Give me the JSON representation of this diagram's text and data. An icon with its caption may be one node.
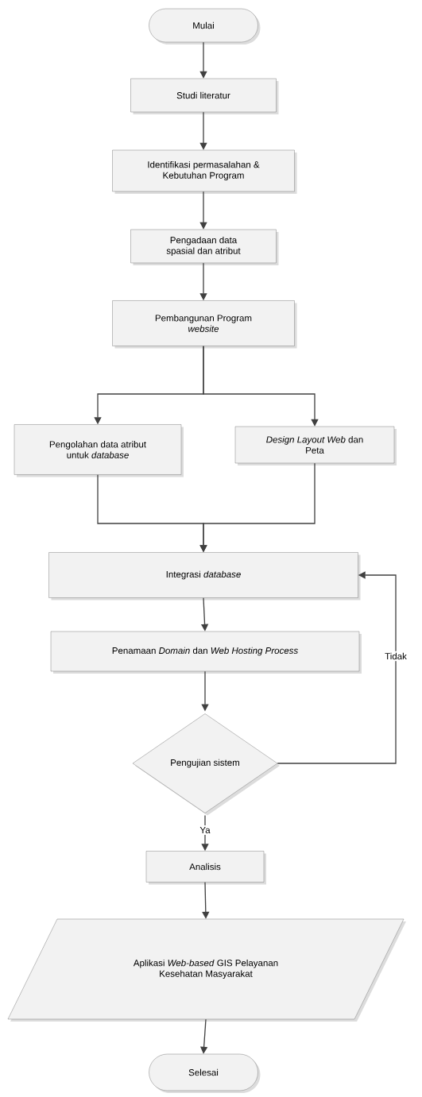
{
  "diagram": {
    "nodes": [
      {
        "text": [
          "Mulai"
        ]
      },
      {
        "text": [
          "Studi literatur"
        ]
      },
      {
        "text": [
          "Identifikasi permasalahan & Kebutuhan Program"
        ]
      },
      {
        "text": [
          "Pengadaan data spasial dan atribut"
        ]
      },
      {
        "text": [
          "Pembangunan Program *website*"
        ]
      },
      {
        "text": [
          "Pengolahan data atribut untuk *database*"
        ]
      },
      {
        "text": [
          "*Design Layout Web* dan Peta"
        ]
      },
      {
        "text": [
          "Integrasi *database*"
        ]
      },
      {
        "text": [
          "Penamaan *Domain* dan *Web Hosting Process*"
        ]
      },
      {
        "text": [
          "Pengujian sistem"
        ]
      },
      {
        "text": [
          "Analisis"
        ]
      },
      {
        "text": [
          "Aplikasi *Web-based* GIS Pelayanan Kesehatan Masyarakat"
        ]
      },
      {
        "text": [
          "Selesai"
        ]
      }
    ],
    "edges": [
      {
        "from": 0,
        "to": 1,
        "arrow": "to"
      },
      {
        "from": 1,
        "to": 2,
        "arrow": "to"
      },
      {
        "from": 2,
        "to": 3,
        "arrow": "to"
      },
      {
        "from": 3,
        "to": 4,
        "arrow": "to"
      },
      {
        "from": 4,
        "to": 5,
        "arrow": "to"
      },
      {
        "from": 4,
        "to": 6,
        "arrow": "to"
      },
      {
        "from": 5,
        "to": 7,
        "arrow": "to"
      },
      {
        "from": 6,
        "to": 7,
        "arrow": "to"
      },
      {
        "from": 7,
        "to": 8,
        "arrow": "to"
      },
      {
        "from": 8,
        "to": 9,
        "arrow": "to"
      },
      {
        "from": 9,
        "to": 7,
        "arrow": "to",
        "label": "Tidak"
      },
      {
        "from": 9,
        "to": 10,
        "arrow": "to",
        "label": "Ya"
      },
      {
        "from": 10,
        "to": 11,
        "arrow": "to"
      },
      {
        "from": 11,
        "to": 12,
        "arrow": "to"
      }
    ]
  }
}
